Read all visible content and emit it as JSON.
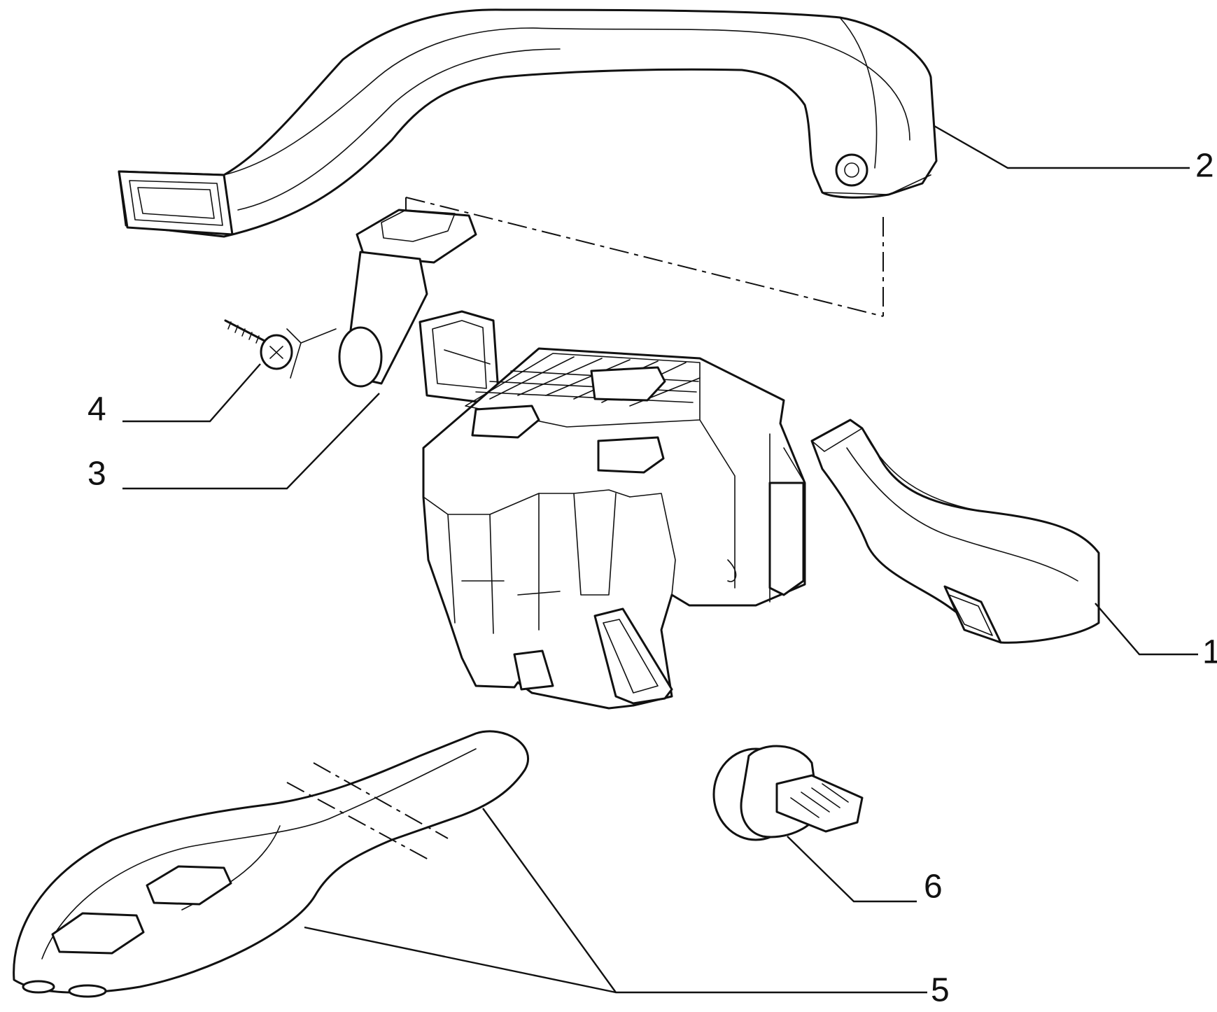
{
  "callouts": [
    {
      "id": "1",
      "label": "1"
    },
    {
      "id": "2",
      "label": "2"
    },
    {
      "id": "3",
      "label": "3"
    },
    {
      "id": "4",
      "label": "4"
    },
    {
      "id": "5",
      "label": "5"
    },
    {
      "id": "6",
      "label": "6"
    }
  ],
  "parts": {
    "1": {
      "icon": "side-air-duct-right"
    },
    "2": {
      "icon": "upper-air-duct"
    },
    "3": {
      "icon": "duct-adapter-connector"
    },
    "4": {
      "icon": "screw"
    },
    "5": {
      "icon": "floor-air-duct"
    },
    "6": {
      "icon": "air-vent-nozzle"
    },
    "heater": {
      "icon": "heater-unit-assembly"
    }
  },
  "colors": {
    "line": "#111111",
    "background": "#ffffff"
  }
}
